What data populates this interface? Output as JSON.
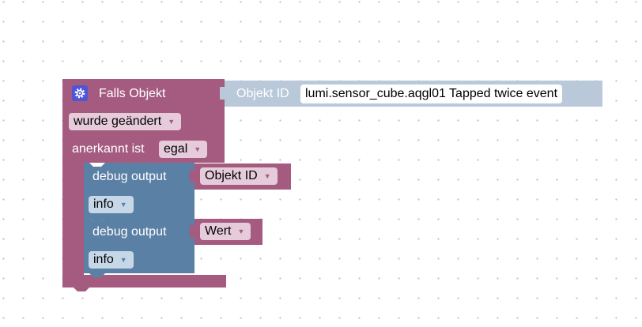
{
  "event_block": {
    "title": "Falls Objekt",
    "trigger_dropdown": "wurde geändert",
    "ack_label": "anerkannt ist",
    "ack_dropdown": "egal"
  },
  "object_id_block": {
    "label": "Objekt ID",
    "value": "lumi.sensor_cube.aqgl01 Tapped twice event"
  },
  "debug_blocks": [
    {
      "label": "debug output",
      "value_block": "Objekt ID",
      "level": "info"
    },
    {
      "label": "debug output",
      "value_block": "Wert",
      "level": "info"
    }
  ],
  "colors": {
    "event_block": "#a55b80",
    "debug_block": "#5b80a5",
    "object_id_block": "#b9c9da",
    "gear_icon": "#4d55d8",
    "pink_field": "#e6cbdb",
    "blue_field": "#c6d7e8"
  },
  "icons": {
    "gear": "gear-icon",
    "dropdown": "triangle-down"
  }
}
